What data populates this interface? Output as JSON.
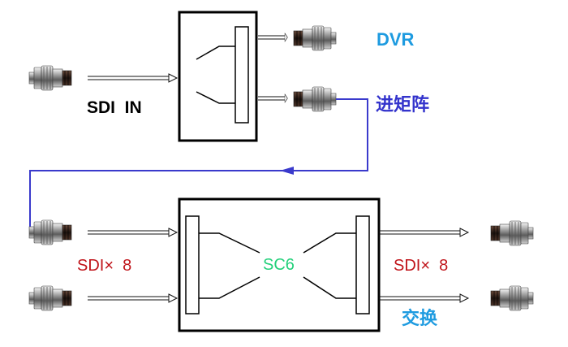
{
  "labels": {
    "sdi_in": "SDI  IN",
    "dvr": "DVR",
    "matrix": "进矩阵",
    "sdi_x8_left": "SDI×  8",
    "sdi_x8_right": "SDI×  8",
    "sc6": "SC6",
    "switch": "交换"
  },
  "colors": {
    "dvr_text": "#1e9be0",
    "matrix_text": "#3333cc",
    "loop_line": "#3a3acc",
    "sdi_x8_text": "#c0141a",
    "sc6_text": "#22d07a",
    "switch_text": "#1e9be0",
    "box_stroke": "#000000"
  },
  "icons": [
    "bnc-connector-icon",
    "double-line-arrow-icon",
    "loop-arrow-icon"
  ]
}
